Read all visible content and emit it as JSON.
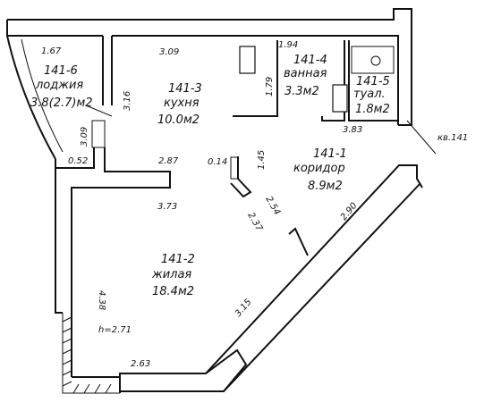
{
  "rooms": [
    {
      "id": "141-6",
      "name": "лоджия",
      "area": "3.8(2.7)м2"
    },
    {
      "id": "141-3",
      "name": "кухня",
      "area": "10.0м2"
    },
    {
      "id": "141-4",
      "name": "ванная",
      "area": "3.3м2"
    },
    {
      "id": "141-5",
      "name": "туал.",
      "area": "1.8м2"
    },
    {
      "id": "141-1",
      "name": "коридор",
      "area": "8.9м2"
    },
    {
      "id": "141-2",
      "name": "жилая",
      "area": "18.4м2"
    }
  ],
  "dimensions": {
    "d167": "1.67",
    "d309a": "3.09",
    "d194": "1.94",
    "d179": "1.79",
    "d316": "3.16",
    "d383": "3.83",
    "d309b": "3.09",
    "d052": "0.52",
    "d287": "2.87",
    "d014": "0.14",
    "d145": "1.45",
    "d373": "3.73",
    "d254": "2.54",
    "d237": "2.37",
    "d290": "2.90",
    "d438": "4.38",
    "d315": "3.15",
    "d271": "h=2.71",
    "d263": "2.63"
  },
  "apartment_label": "кв.141"
}
